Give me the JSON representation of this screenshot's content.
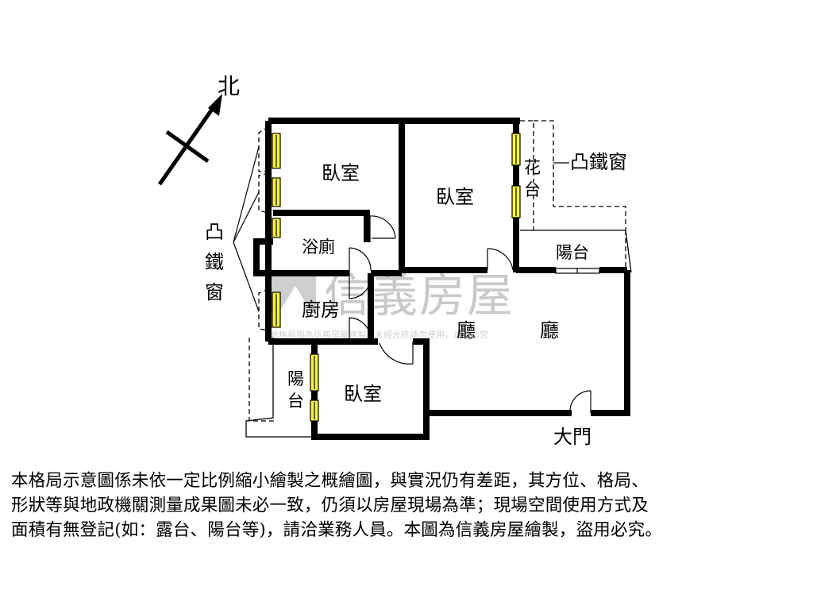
{
  "compass": {
    "north_label": "北"
  },
  "rooms": {
    "bedroom_1": "臥室",
    "bedroom_2": "臥室",
    "bedroom_3": "臥室",
    "bathroom": "浴廁",
    "kitchen": "廚房",
    "living_1": "廳",
    "living_2": "廳",
    "balcony_east": "陽台",
    "balcony_west_1": "陽",
    "balcony_west_2": "台",
    "planter_1": "花",
    "planter_2": "台",
    "bay_window_right": "凸鐵窗",
    "bay_window_left_1": "凸",
    "bay_window_left_2": "鐵",
    "bay_window_left_3": "窗",
    "main_door": "大門"
  },
  "watermark": {
    "brand": "信義房屋",
    "notice": "此格局圖為信義房屋繪製，未經允許請勿使用，違者必究"
  },
  "disclaimer": [
    "本格局示意圖係未依一定比例縮小繪製之概繪圖，與實況仍有差距，其方位、格局、",
    "形狀等與地政機關測量成果圖未必一致，仍須以房屋現場為準；現場空間使用方式及",
    "面積有無登記(如：露台、陽台等)，請洽業務人員。本圖為信義房屋繪製，盜用必究。"
  ],
  "colors": {
    "wall": "#000000",
    "window_fill": "#f5f23a",
    "watermark": "#c9c9c9"
  }
}
